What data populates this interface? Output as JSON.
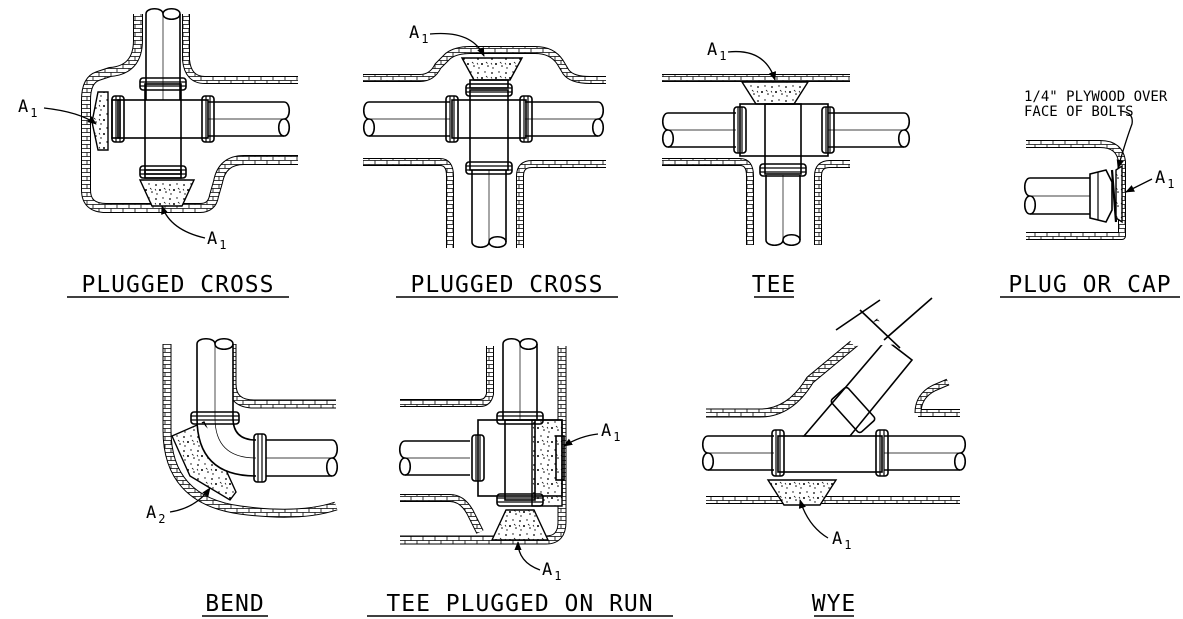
{
  "details": [
    {
      "key": "plugged_cross_1",
      "caption": "PLUGGED CROSS",
      "labels": [
        {
          "main": "A",
          "sub": "1"
        },
        {
          "main": "A",
          "sub": "1"
        }
      ]
    },
    {
      "key": "plugged_cross_2",
      "caption": "PLUGGED CROSS",
      "labels": [
        {
          "main": "A",
          "sub": "1"
        }
      ]
    },
    {
      "key": "tee",
      "caption": "TEE",
      "labels": [
        {
          "main": "A",
          "sub": "1"
        }
      ]
    },
    {
      "key": "plug_or_cap",
      "caption": "PLUG OR CAP",
      "labels": [
        {
          "main": "A",
          "sub": "1"
        }
      ],
      "note_line1": "1/4\" PLYWOOD OVER",
      "note_line2": "FACE OF BOLTS"
    },
    {
      "key": "bend",
      "caption": "BEND",
      "labels": [
        {
          "main": "A",
          "sub": "2"
        }
      ]
    },
    {
      "key": "tee_plugged_on_run",
      "caption": "TEE PLUGGED ON RUN",
      "labels": [
        {
          "main": "A",
          "sub": "1"
        },
        {
          "main": "A",
          "sub": "1"
        }
      ]
    },
    {
      "key": "wye",
      "caption": "WYE",
      "labels": [
        {
          "main": "A",
          "sub": "1"
        }
      ]
    }
  ]
}
